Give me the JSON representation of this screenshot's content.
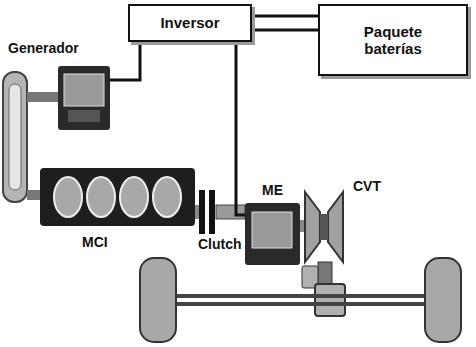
{
  "diagram": {
    "nodes": [
      {
        "text": [
          "Inversor"
        ]
      },
      {
        "text": [
          "Paquete baterías"
        ]
      },
      {
        "text": [
          "Generador"
        ]
      },
      {
        "text": [
          "MCI"
        ]
      },
      {
        "text": [
          "Clutch"
        ]
      },
      {
        "text": [
          "ME"
        ]
      },
      {
        "text": [
          "CVT"
        ]
      }
    ],
    "edges": [
      {
        "from": 0,
        "to": 1,
        "arrow": "none"
      },
      {
        "from": 2,
        "to": 0,
        "arrow": "none"
      },
      {
        "from": 0,
        "to": 5,
        "arrow": "none"
      }
    ]
  }
}
